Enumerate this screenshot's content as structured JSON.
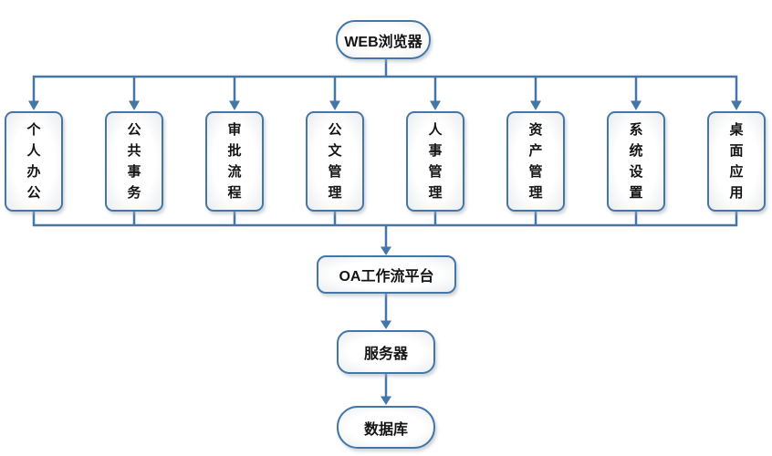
{
  "colors": {
    "accent_line": "#4576a8",
    "node_fill": "#ffffff",
    "node_edge_tint": "#eaecee",
    "text": "#141414"
  },
  "nodes": {
    "web_browser": "WEB浏览器",
    "platform": "OA工作流平台",
    "server": "服务器",
    "database": "数据库"
  },
  "modules": [
    "个人办公",
    "公共事务",
    "审批流程",
    "公文管理",
    "人事管理",
    "资产管理",
    "系统设置",
    "桌面应用"
  ]
}
